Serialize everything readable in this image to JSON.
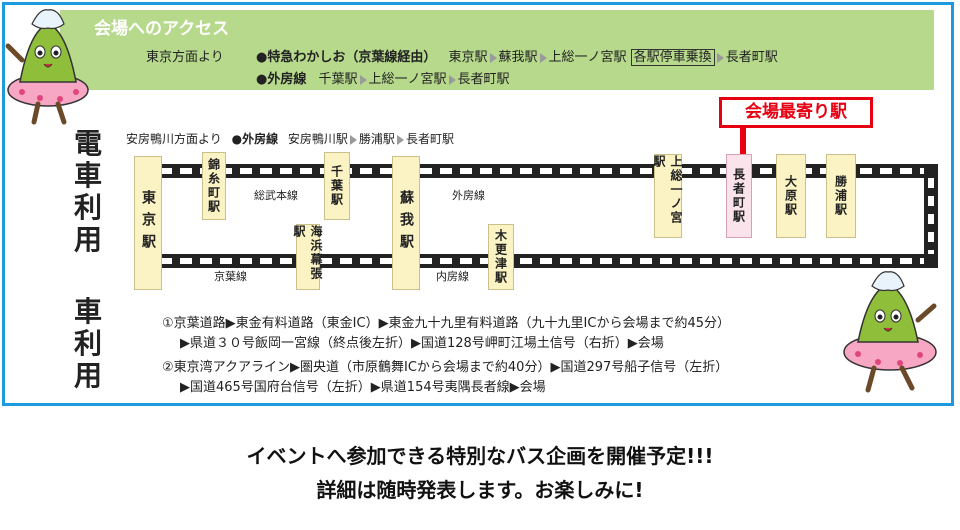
{
  "access": {
    "title": "会場へのアクセス",
    "from_tokyo_label": "東京方面より",
    "route1": {
      "service": "●特急わかしお（京葉線経由）",
      "stops": [
        "東京駅",
        "蘇我駅",
        "上総一ノ宮駅"
      ],
      "local_note": "各駅停車乗換",
      "dest": "長者町駅"
    },
    "route2": {
      "service": "●外房線",
      "stops": [
        "千葉駅",
        "上総一ノ宮駅"
      ],
      "dest": "長者町駅"
    }
  },
  "train": {
    "heading": "電車利用",
    "nearest_label": "会場最寄り駅",
    "from_awa_label": "安房鴨川方面より",
    "awa_service": "●外房線",
    "awa_stops": [
      "安房鴨川駅",
      "勝浦駅"
    ],
    "awa_dest": "長者町駅",
    "stations": {
      "tokyo": "東京駅",
      "kinshicho": "錦糸町駅",
      "chiba": "千葉駅",
      "makuhari": "海浜幕張駅",
      "soga": "蘇我駅",
      "kisarazu": "木更津駅",
      "kazusa": "上総一ノ宮駅",
      "chojamachi": "長者町駅",
      "ohara": "大原駅",
      "katsuura": "勝浦駅"
    },
    "lines": {
      "sobu": "総武本線",
      "keiyo": "京葉線",
      "sotobo": "外房線",
      "uchibo": "内房線"
    }
  },
  "car": {
    "heading": "車利用",
    "route1_a": "①京葉道路▶東金有料道路（東金IC）▶東金九十九里有料道路（九十九里ICから会場まで約45分）",
    "route1_b": "▶県道３０号飯岡一宮線（終点後左折）▶国道128号岬町江場土信号（右折）▶会場",
    "route2_a": "②東京湾アクアライン▶圏央道（市原鶴舞ICから会場まで約40分）▶国道297号船子信号（左折）",
    "route2_b": "▶国道465号国府台信号（左折）▶県道154号夷隅長者線▶会場"
  },
  "notice": {
    "line1": "イベントへ参加できる特別なバス企画を開催予定!!!",
    "line2": "詳細は随時発表します。お楽しみに!"
  },
  "colors": {
    "frame": "#1e9be0",
    "access_bg": "#b7d98c",
    "nearest_red": "#e60012",
    "station_bg": "#fbf3c3",
    "nearest_bg": "#fbe3ec"
  },
  "icons": [
    "mascot-top-left",
    "mascot-bottom-right"
  ]
}
